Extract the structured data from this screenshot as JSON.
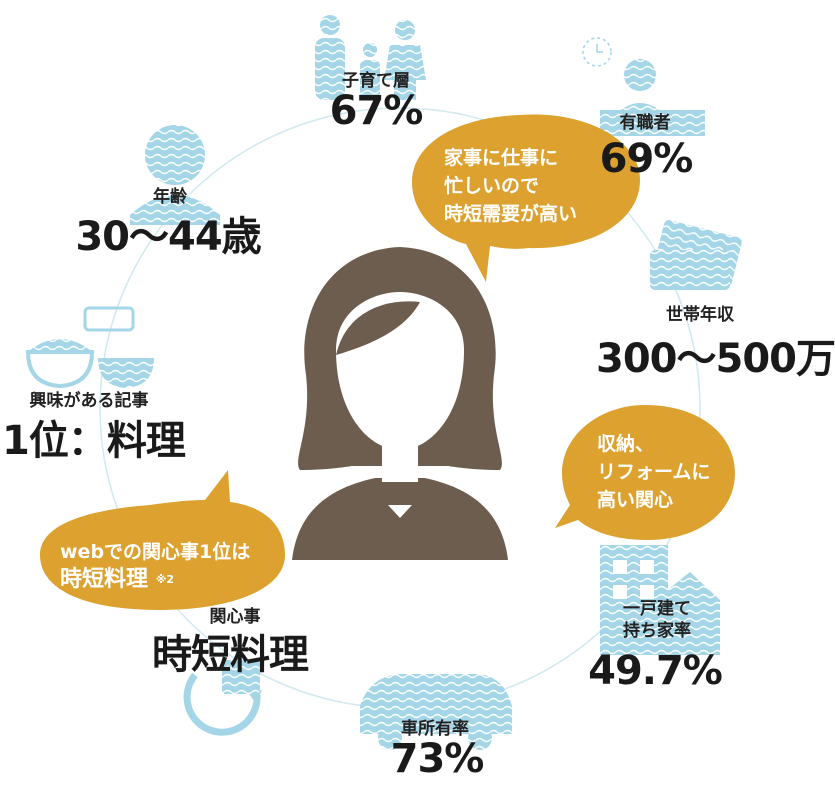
{
  "colors": {
    "accent": "#dca12f",
    "figure": "#6d5d4e",
    "icon": "#9fd3e6",
    "ring": "#cfe9ef"
  },
  "items": {
    "children": {
      "label": "子育て層",
      "value": "67%",
      "icon": "family-icon"
    },
    "age": {
      "label": "年齢",
      "value": "30〜44歳",
      "icon": "person-icon"
    },
    "employed": {
      "label": "有職者",
      "value": "69%",
      "icon": "office-worker-icon"
    },
    "income": {
      "label": "世帯年収",
      "value": "300〜500万",
      "icon": "card-icon"
    },
    "interest": {
      "label": "興味がある記事",
      "value": "1位：料理",
      "icon": "bowls-icon"
    },
    "house": {
      "label1": "一戸建て",
      "label2": "持ち家率",
      "value": "49.7%",
      "icon": "house-icon"
    },
    "car": {
      "label": "車所有率",
      "value": "73%",
      "icon": "car-icon"
    },
    "concern": {
      "label": "関心事",
      "value": "時短料理",
      "icon": "phone-icon"
    }
  },
  "bubbles": {
    "busy": {
      "line1": "家事に仕事に",
      "line2": "忙しいので",
      "line3": "時短需要が高い"
    },
    "storage": {
      "line1": "収納、",
      "line2": "リフォームに",
      "line3": "高い関心"
    },
    "web": {
      "line1": "webでの関心事1位は",
      "line2": "時短料理",
      "note": "※2"
    }
  }
}
